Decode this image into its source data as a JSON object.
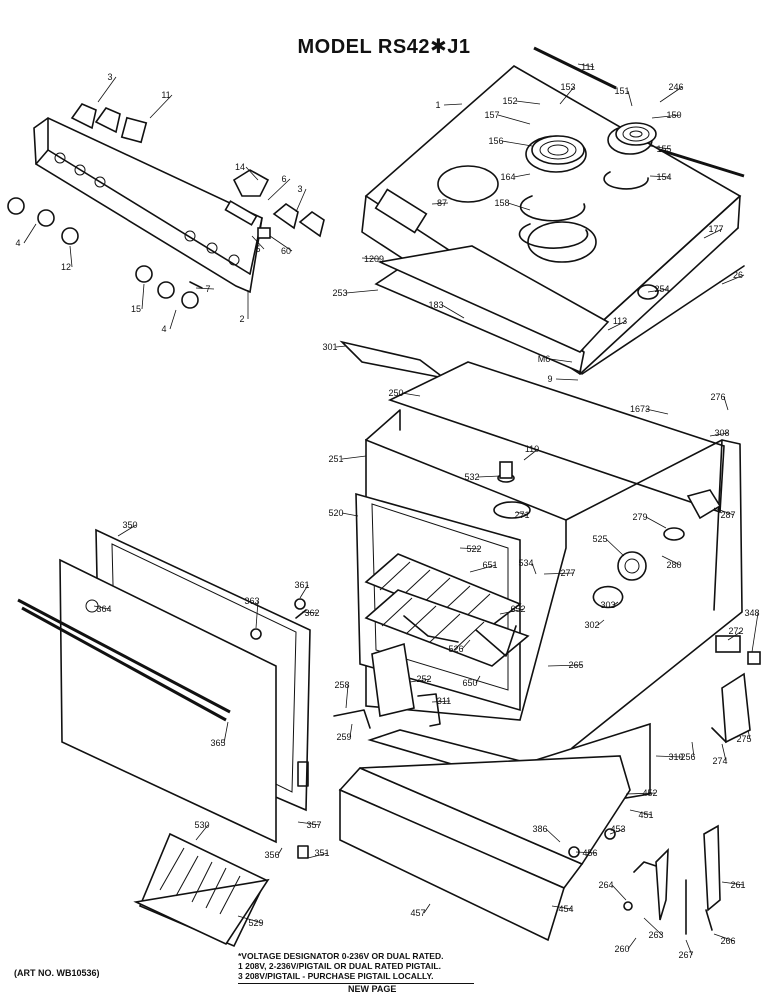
{
  "title": "MODEL RS42✱J1",
  "art_number": "(ART NO. WB10536)",
  "notes": {
    "line1": "*VOLTAGE DESIGNATOR 0-236V OR DUAL RATED.",
    "line2": "1 208V, 2-236V/PIGTAIL OR DUAL RATED PIGTAIL.",
    "line3": "3 208V/PIGTAIL - PURCHASE PIGTAIL LOCALLY."
  },
  "new_page": "NEW PAGE",
  "callouts": [
    {
      "id": "c-3a",
      "text": "3"
    },
    {
      "id": "c-11",
      "text": "11"
    },
    {
      "id": "c-1",
      "text": "1"
    },
    {
      "id": "c-111",
      "text": "111"
    },
    {
      "id": "c-151",
      "text": "151"
    },
    {
      "id": "c-246",
      "text": "246"
    },
    {
      "id": "c-153",
      "text": "153"
    },
    {
      "id": "c-152",
      "text": "152"
    },
    {
      "id": "c-157",
      "text": "157"
    },
    {
      "id": "c-150",
      "text": "150"
    },
    {
      "id": "c-156",
      "text": "156"
    },
    {
      "id": "c-155",
      "text": "155"
    },
    {
      "id": "c-164",
      "text": "164"
    },
    {
      "id": "c-154",
      "text": "154"
    },
    {
      "id": "c-158",
      "text": "158"
    },
    {
      "id": "c-87",
      "text": "87"
    },
    {
      "id": "c-177",
      "text": "177"
    },
    {
      "id": "c-14",
      "text": "14"
    },
    {
      "id": "c-6",
      "text": "6"
    },
    {
      "id": "c-3b",
      "text": "3"
    },
    {
      "id": "c-5",
      "text": "5"
    },
    {
      "id": "c-60",
      "text": "60"
    },
    {
      "id": "c-4a",
      "text": "4"
    },
    {
      "id": "c-12",
      "text": "12"
    },
    {
      "id": "c-7",
      "text": "7"
    },
    {
      "id": "c-15",
      "text": "15"
    },
    {
      "id": "c-4b",
      "text": "4"
    },
    {
      "id": "c-2",
      "text": "2"
    },
    {
      "id": "c-1209",
      "text": "1209"
    },
    {
      "id": "c-26",
      "text": "26"
    },
    {
      "id": "c-253",
      "text": "253"
    },
    {
      "id": "c-183",
      "text": "183"
    },
    {
      "id": "c-254",
      "text": "254"
    },
    {
      "id": "c-113",
      "text": "113"
    },
    {
      "id": "c-301",
      "text": "301"
    },
    {
      "id": "c-M6",
      "text": "M6"
    },
    {
      "id": "c-9",
      "text": "9"
    },
    {
      "id": "c-250",
      "text": "250"
    },
    {
      "id": "c-276",
      "text": "276"
    },
    {
      "id": "c-1673",
      "text": "1673"
    },
    {
      "id": "c-308",
      "text": "308"
    },
    {
      "id": "c-251",
      "text": "251"
    },
    {
      "id": "c-110",
      "text": "110"
    },
    {
      "id": "c-532",
      "text": "532"
    },
    {
      "id": "c-520",
      "text": "520"
    },
    {
      "id": "c-271",
      "text": "271"
    },
    {
      "id": "c-287",
      "text": "287"
    },
    {
      "id": "c-279",
      "text": "279"
    },
    {
      "id": "c-522",
      "text": "522"
    },
    {
      "id": "c-525",
      "text": "525"
    },
    {
      "id": "c-280",
      "text": "280"
    },
    {
      "id": "c-350",
      "text": "350"
    },
    {
      "id": "c-651",
      "text": "651"
    },
    {
      "id": "c-534",
      "text": "534"
    },
    {
      "id": "c-277",
      "text": "277"
    },
    {
      "id": "c-361",
      "text": "361"
    },
    {
      "id": "c-364",
      "text": "364"
    },
    {
      "id": "c-363",
      "text": "363"
    },
    {
      "id": "c-362",
      "text": "362"
    },
    {
      "id": "c-652",
      "text": "652"
    },
    {
      "id": "c-303",
      "text": "303"
    },
    {
      "id": "c-302",
      "text": "302"
    },
    {
      "id": "c-526",
      "text": "526"
    },
    {
      "id": "c-272",
      "text": "272"
    },
    {
      "id": "c-348",
      "text": "348"
    },
    {
      "id": "c-265",
      "text": "265"
    },
    {
      "id": "c-258",
      "text": "258"
    },
    {
      "id": "c-252",
      "text": "252"
    },
    {
      "id": "c-650",
      "text": "650"
    },
    {
      "id": "c-311",
      "text": "311"
    },
    {
      "id": "c-259",
      "text": "259"
    },
    {
      "id": "c-365",
      "text": "365"
    },
    {
      "id": "c-310",
      "text": "310"
    },
    {
      "id": "c-256",
      "text": "256"
    },
    {
      "id": "c-274",
      "text": "274"
    },
    {
      "id": "c-275",
      "text": "275"
    },
    {
      "id": "c-452",
      "text": "452"
    },
    {
      "id": "c-357",
      "text": "357"
    },
    {
      "id": "c-451",
      "text": "451"
    },
    {
      "id": "c-386",
      "text": "386"
    },
    {
      "id": "c-453",
      "text": "453"
    },
    {
      "id": "c-530",
      "text": "530"
    },
    {
      "id": "c-356",
      "text": "356"
    },
    {
      "id": "c-351",
      "text": "351"
    },
    {
      "id": "c-456",
      "text": "456"
    },
    {
      "id": "c-264",
      "text": "264"
    },
    {
      "id": "c-261",
      "text": "261"
    },
    {
      "id": "c-457",
      "text": "457"
    },
    {
      "id": "c-454",
      "text": "454"
    },
    {
      "id": "c-529",
      "text": "529"
    },
    {
      "id": "c-263",
      "text": "263"
    },
    {
      "id": "c-260",
      "text": "260"
    },
    {
      "id": "c-267",
      "text": "267"
    },
    {
      "id": "c-266",
      "text": "266"
    }
  ]
}
